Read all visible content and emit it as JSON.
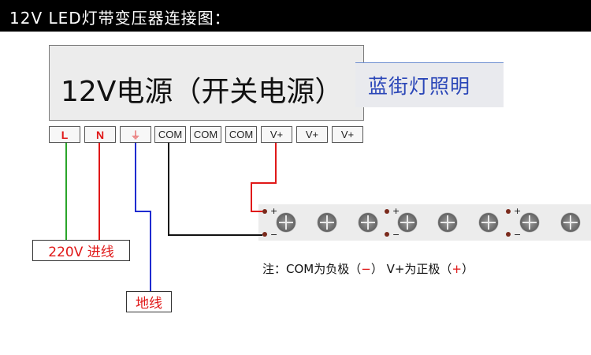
{
  "header": {
    "title": "12V LED灯带变压器连接图："
  },
  "power_supply": {
    "label": "12V电源（开关电源）"
  },
  "watermark": {
    "text": "蓝街灯照明"
  },
  "terminals": [
    "L",
    "N",
    "⏚",
    "COM",
    "COM",
    "COM",
    "V+",
    "V+",
    "V+"
  ],
  "strip": {
    "plus_sign": "+",
    "minus_sign": "−"
  },
  "labels": {
    "input": "220V 进线",
    "ground": "地线"
  },
  "note": {
    "prefix": "注：COM为负极（",
    "neg": "−",
    "mid": "） V+为正极（",
    "pos": "+",
    "suffix": "）"
  },
  "colors": {
    "wire_green": "#2aa52a",
    "wire_red": "#e01818",
    "wire_blue": "#1f2bd0",
    "wire_black": "#111111"
  }
}
